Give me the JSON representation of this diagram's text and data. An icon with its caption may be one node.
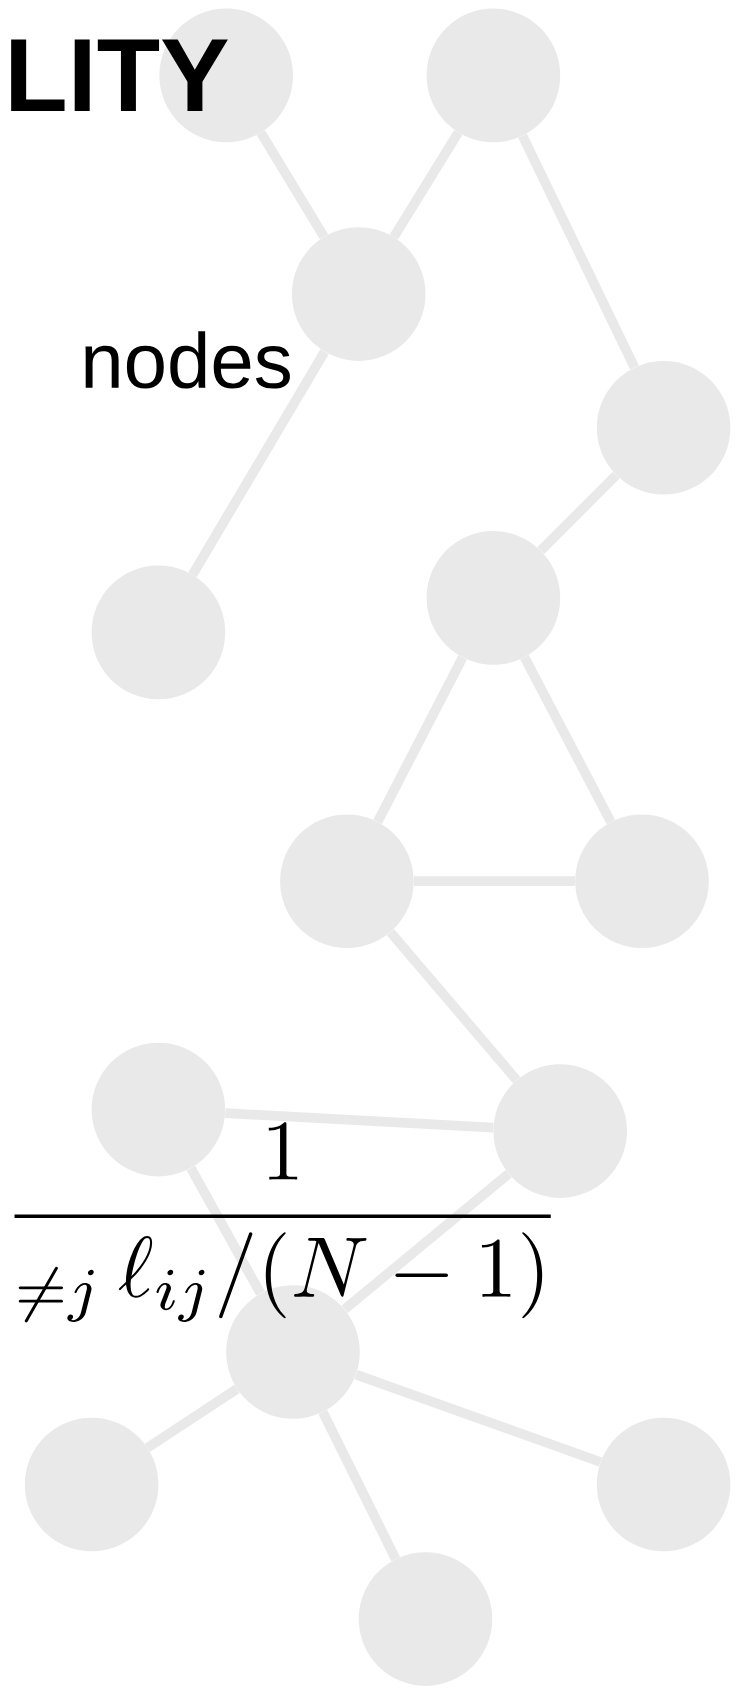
{
  "diagram": {
    "nodes": [
      {
        "text": [],
        "shape": "circle"
      },
      {
        "text": [],
        "shape": "circle"
      },
      {
        "text": [],
        "shape": "circle"
      },
      {
        "text": [],
        "shape": "circle"
      },
      {
        "text": [],
        "shape": "circle"
      },
      {
        "text": [],
        "shape": "circle"
      },
      {
        "text": [],
        "shape": "circle"
      },
      {
        "text": [],
        "shape": "circle"
      },
      {
        "text": [],
        "shape": "circle"
      },
      {
        "text": [],
        "shape": "circle"
      },
      {
        "text": [],
        "shape": "circle"
      },
      {
        "text": [],
        "shape": "circle"
      },
      {
        "text": [],
        "shape": "circle"
      },
      {
        "text": [],
        "shape": "circle"
      }
    ],
    "edges": [
      {
        "from": 0,
        "to": 2,
        "arrow": "none"
      },
      {
        "from": 1,
        "to": 2,
        "arrow": "none"
      },
      {
        "from": 2,
        "to": 4,
        "arrow": "none"
      },
      {
        "from": 1,
        "to": 3,
        "arrow": "none"
      },
      {
        "from": 3,
        "to": 5,
        "arrow": "none"
      },
      {
        "from": 5,
        "to": 6,
        "arrow": "none"
      },
      {
        "from": 5,
        "to": 7,
        "arrow": "none"
      },
      {
        "from": 6,
        "to": 7,
        "arrow": "none"
      },
      {
        "from": 6,
        "to": 9,
        "arrow": "none"
      },
      {
        "from": 8,
        "to": 9,
        "arrow": "none"
      },
      {
        "from": 9,
        "to": 10,
        "arrow": "none"
      },
      {
        "from": 8,
        "to": 10,
        "arrow": "none"
      },
      {
        "from": 10,
        "to": 11,
        "arrow": "none"
      },
      {
        "from": 10,
        "to": 12,
        "arrow": "none"
      },
      {
        "from": 10,
        "to": 13,
        "arrow": "none"
      }
    ],
    "labels": [
      "LITY",
      "nodes",
      "\\frac{1}{{}_{\\neq j}\\,\\ell_{ij}/(N-1)}"
    ]
  }
}
